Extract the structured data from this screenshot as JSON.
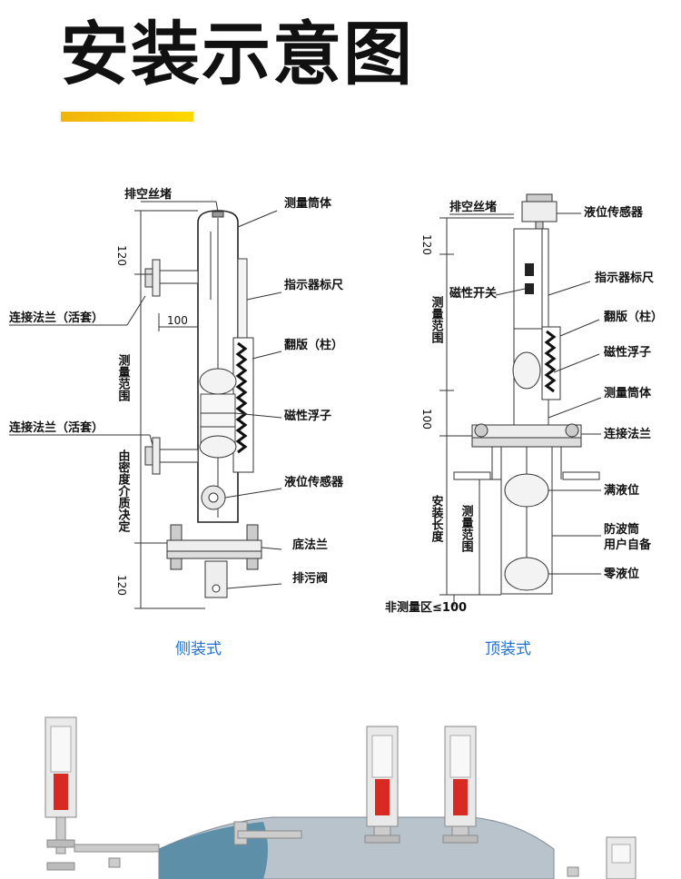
{
  "header": {
    "title": "安装示意图",
    "accent_color": "#f5c400"
  },
  "side": {
    "caption": "侧装式",
    "labels": {
      "vent_plug": "排空丝堵",
      "measure_tube": "测量筒体",
      "indicator_scale": "指示器标尺",
      "flange_top": "连接法兰（活套）",
      "flip_column": "翻版（柱）",
      "magnetic_float": "磁性浮子",
      "flange_bottom": "连接法兰（活套）",
      "level_sensor": "液位传感器",
      "bottom_flange": "底法兰",
      "drain_valve": "排污阀"
    },
    "dims": {
      "top": "120",
      "pipe": "100",
      "range": "测量范围",
      "medium": "由密度介质决定",
      "bottom": "120"
    }
  },
  "top": {
    "caption": "顶装式",
    "labels": {
      "vent_plug": "排空丝堵",
      "level_sensor": "液位传感器",
      "indicator_scale": "指示器标尺",
      "magnetic_switch": "磁性开关",
      "flip_column": "翻版（柱）",
      "magnetic_float": "磁性浮子",
      "measure_tube": "测量筒体",
      "flange": "连接法兰",
      "full_level": "满液位",
      "wave_tube_1": "防波筒",
      "wave_tube_2": "用户自备",
      "zero_level": "零液位",
      "non_measure": "非测量区≤100"
    },
    "dims": {
      "top": "120",
      "range": "测量范围",
      "mid": "100",
      "install_len": "安装长度",
      "range2": "测量范围"
    }
  },
  "colors": {
    "tank": "#b9c3cc",
    "liquid": "#5e8fa8",
    "indicator": "#d82a22",
    "caption": "#1f6fd0"
  }
}
